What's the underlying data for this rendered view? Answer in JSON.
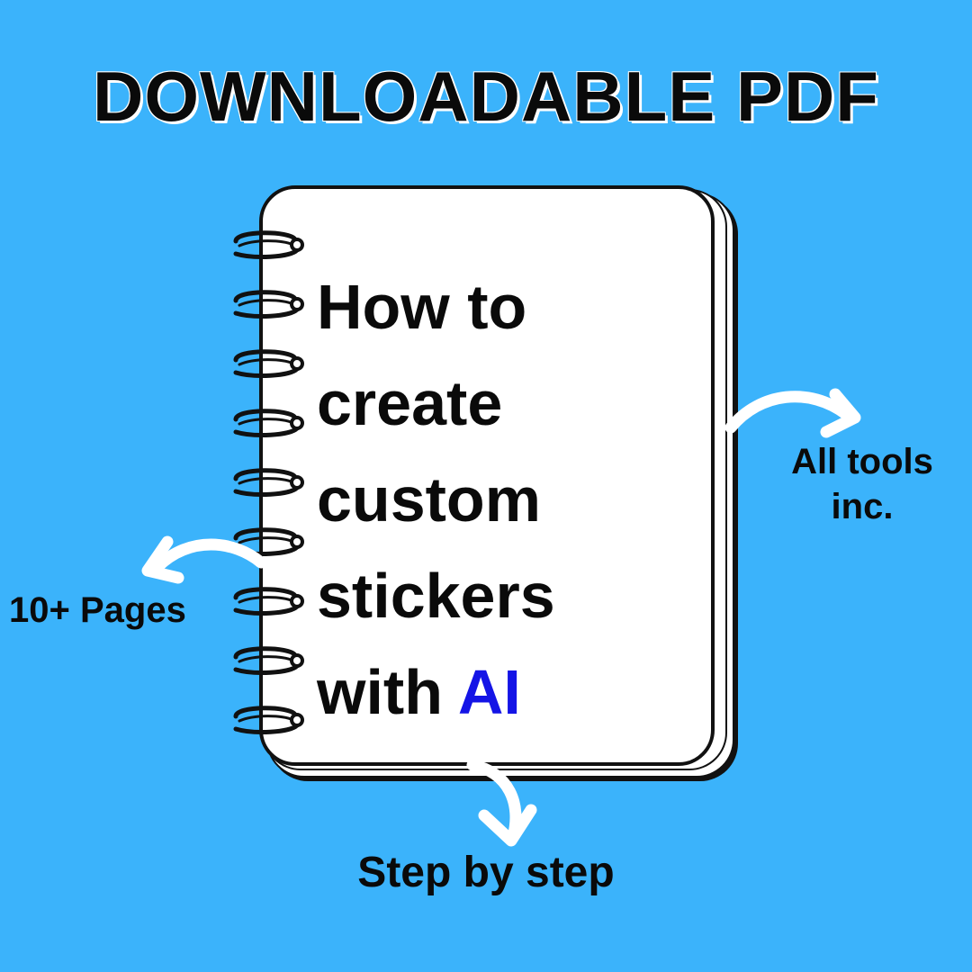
{
  "headline": "DOWNLOADABLE PDF",
  "notebook": {
    "title_lines": [
      "How to",
      "create",
      "custom",
      "stickers"
    ],
    "last_line_prefix": "with ",
    "last_line_highlight": "AI"
  },
  "callouts": {
    "tools": "All tools inc.",
    "pages": "10+ Pages",
    "steps": "Step by step"
  },
  "colors": {
    "background": "#3bb3fb",
    "text": "#0a0a0a",
    "highlight": "#1414e6",
    "notebook": "#ffffff",
    "arrows": "#ffffff"
  },
  "icons": [
    "spiral-binding-icon",
    "curved-arrow-icon"
  ]
}
